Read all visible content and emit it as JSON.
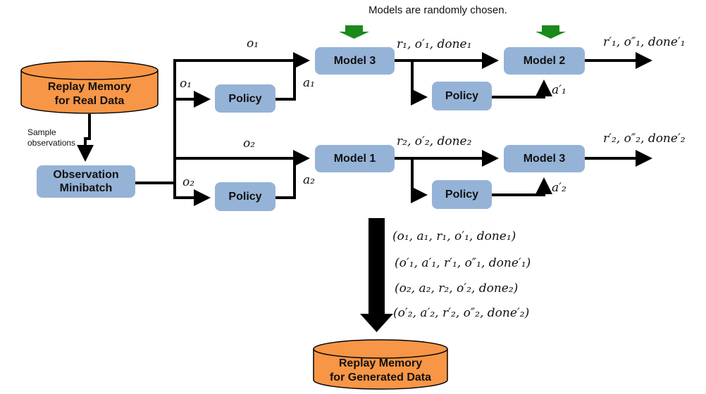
{
  "caption": "Models are randomly chosen.",
  "replay_real": {
    "line1": "Replay Memory",
    "line2": "for Real Data"
  },
  "replay_generated": {
    "line1": "Replay Memory",
    "line2": "for Generated Data"
  },
  "sample_label": {
    "line1": "Sample",
    "line2": "observations"
  },
  "observation_minibatch": {
    "line1": "Observation",
    "line2": "Minibatch"
  },
  "row1": {
    "policy_a": "Policy",
    "model_a": "Model 3",
    "policy_b": "Policy",
    "model_b": "Model 2",
    "o_top": "o₁",
    "o_policy": "o₁",
    "action": "a₁",
    "model_a_out": "r₁, o′₁, done₁",
    "action_prime": "a′₁",
    "model_b_out": "r′₁, o″₁, done′₁"
  },
  "row2": {
    "policy_a": "Policy",
    "model_a": "Model 1",
    "policy_b": "Policy",
    "model_b": "Model 3",
    "o_top": "o₂",
    "o_policy": "o₂",
    "action": "a₂",
    "model_a_out": "r₂, o′₂, done₂",
    "action_prime": "a′₂",
    "model_b_out": "r′₂, o″₂, done′₂"
  },
  "tuples": [
    "(o₁, a₁, r₁, o′₁, done₁)",
    "(o′₁, a′₁, r′₁, o″₁, done′₁)",
    "(o₂, a₂, r₂, o′₂, done₂)",
    "(o′₂, a′₂, r′₂, o″₂, done′₂)"
  ],
  "colors": {
    "model_box": "#95b3d7",
    "cylinder": "#f79646",
    "selection_arrow": "#1a8a1a",
    "line": "#000000"
  }
}
